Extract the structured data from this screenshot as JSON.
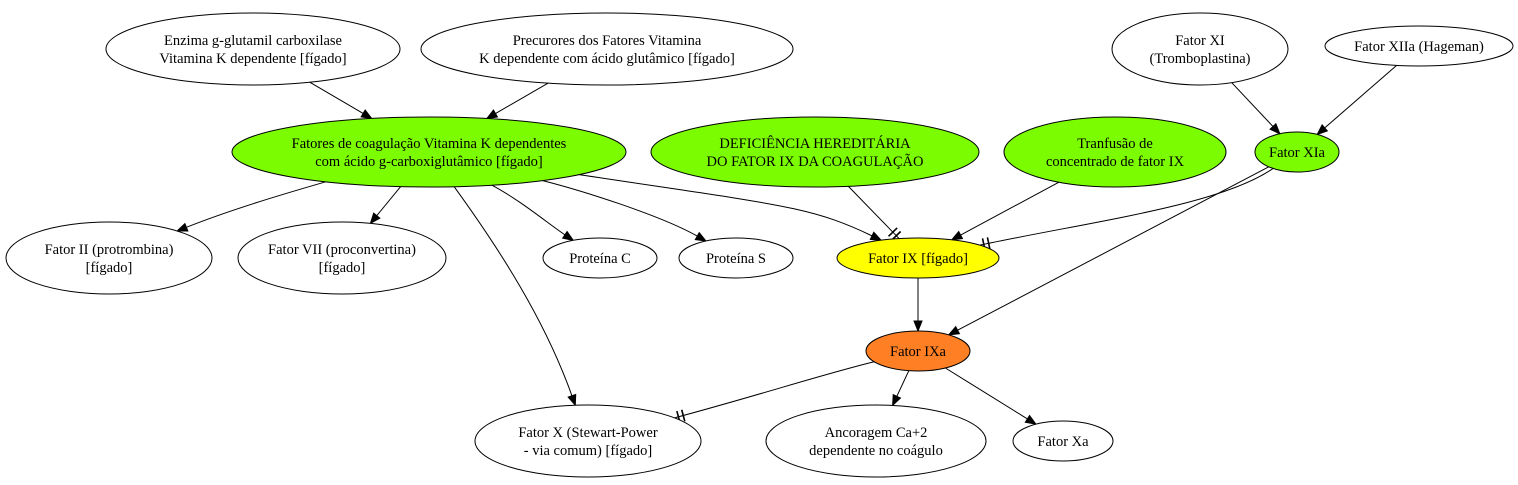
{
  "colors": {
    "green": "#7cfc00",
    "yellow": "#ffff00",
    "orange": "#ff7f24",
    "white": "#ffffff"
  },
  "nodes": {
    "enzima": {
      "lines": [
        "Enzima g-glutamil carboxilase",
        "Vitamina K dependente [fígado]"
      ],
      "fill": "white"
    },
    "precursores": {
      "lines": [
        "Precurores dos Fatores Vitamina",
        "K dependente com ácido glutâmico [fígado]"
      ],
      "fill": "white"
    },
    "fatores_vitk": {
      "lines": [
        "Fatores de coagulação Vitamina K dependentes",
        "com ácido g-carboxiglutâmico [fígado]"
      ],
      "fill": "green"
    },
    "deficiencia": {
      "lines": [
        "DEFICIÊNCIA HEREDITÁRIA",
        "DO FATOR IX DA COAGULAÇÃO"
      ],
      "fill": "green"
    },
    "transfusao": {
      "lines": [
        "Tranfusão de",
        "concentrado de fator IX"
      ],
      "fill": "green"
    },
    "fator_xi": {
      "lines": [
        "Fator XI",
        "(Tromboplastina)"
      ],
      "fill": "white"
    },
    "fator_xiia": {
      "lines": [
        "Fator XIIa (Hageman)"
      ],
      "fill": "white"
    },
    "fator_xia": {
      "lines": [
        "Fator XIa"
      ],
      "fill": "green"
    },
    "fator_ii": {
      "lines": [
        "Fator II (protrombina)",
        "[fígado]"
      ],
      "fill": "white"
    },
    "fator_vii": {
      "lines": [
        "Fator VII (proconvertina)",
        "[fígado]"
      ],
      "fill": "white"
    },
    "proteina_c": {
      "lines": [
        "Proteína C"
      ],
      "fill": "white"
    },
    "proteina_s": {
      "lines": [
        "Proteína S"
      ],
      "fill": "white"
    },
    "fator_ix": {
      "lines": [
        "Fator IX [fígado]"
      ],
      "fill": "yellow"
    },
    "fator_ixa": {
      "lines": [
        "Fator IXa"
      ],
      "fill": "orange"
    },
    "fator_x": {
      "lines": [
        "Fator X (Stewart-Power",
        "- via comum) [fígado]"
      ],
      "fill": "white"
    },
    "ancoragem": {
      "lines": [
        "Ancoragem Ca+2",
        "dependente no coágulo"
      ],
      "fill": "white"
    },
    "fator_xa": {
      "lines": [
        "Fator Xa"
      ],
      "fill": "white"
    }
  },
  "edges": [
    {
      "from": "enzima",
      "to": "fatores_vitk",
      "head": "arrow"
    },
    {
      "from": "precursores",
      "to": "fatores_vitk",
      "head": "arrow"
    },
    {
      "from": "fatores_vitk",
      "to": "fator_ii",
      "head": "arrow"
    },
    {
      "from": "fatores_vitk",
      "to": "fator_vii",
      "head": "arrow"
    },
    {
      "from": "fatores_vitk",
      "to": "proteina_c",
      "head": "arrow"
    },
    {
      "from": "fatores_vitk",
      "to": "proteina_s",
      "head": "arrow"
    },
    {
      "from": "fatores_vitk",
      "to": "fator_ix",
      "head": "arrow"
    },
    {
      "from": "fatores_vitk",
      "to": "fator_x",
      "head": "arrow"
    },
    {
      "from": "deficiencia",
      "to": "fator_ix",
      "head": "tee"
    },
    {
      "from": "transfusao",
      "to": "fator_ix",
      "head": "arrow"
    },
    {
      "from": "fator_xi",
      "to": "fator_xia",
      "head": "arrow"
    },
    {
      "from": "fator_xiia",
      "to": "fator_xia",
      "head": "arrow"
    },
    {
      "from": "fator_xia",
      "to": "fator_ix",
      "head": "tee"
    },
    {
      "from": "fator_xia",
      "to": "fator_ixa",
      "head": "arrow"
    },
    {
      "from": "fator_ix",
      "to": "fator_ixa",
      "head": "arrow"
    },
    {
      "from": "fator_ixa",
      "to": "fator_x",
      "head": "tee"
    },
    {
      "from": "fator_ixa",
      "to": "ancoragem",
      "head": "arrow"
    },
    {
      "from": "fator_ixa",
      "to": "fator_xa",
      "head": "arrow"
    }
  ]
}
